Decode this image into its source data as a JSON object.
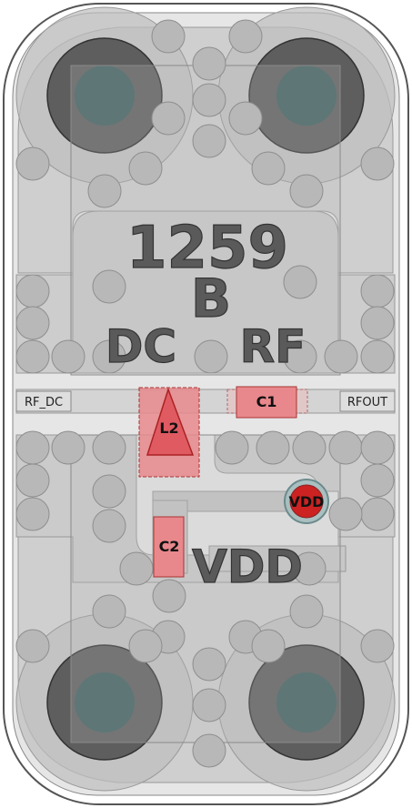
{
  "board": {
    "part_number": "1259",
    "revision": "B",
    "silk_dc": "DC",
    "silk_rf": "RF",
    "silk_vdd": "VDD"
  },
  "ports": {
    "rf_dc": "RF_DC",
    "rfout": "RFOUT"
  },
  "components": {
    "c1": "C1",
    "c2": "C2",
    "l2": "L2",
    "vdd_pad": "VDD"
  },
  "colors": {
    "board_outline": "#555555",
    "board_fill": "#dcdcdc",
    "copper": "#c8c8c8",
    "via": "#b8b8b8",
    "mount_hole": "#5e5e5e",
    "mount_core": "#3f5f5f",
    "component": "#e8888c",
    "vdd_pad": "#cc2222"
  }
}
